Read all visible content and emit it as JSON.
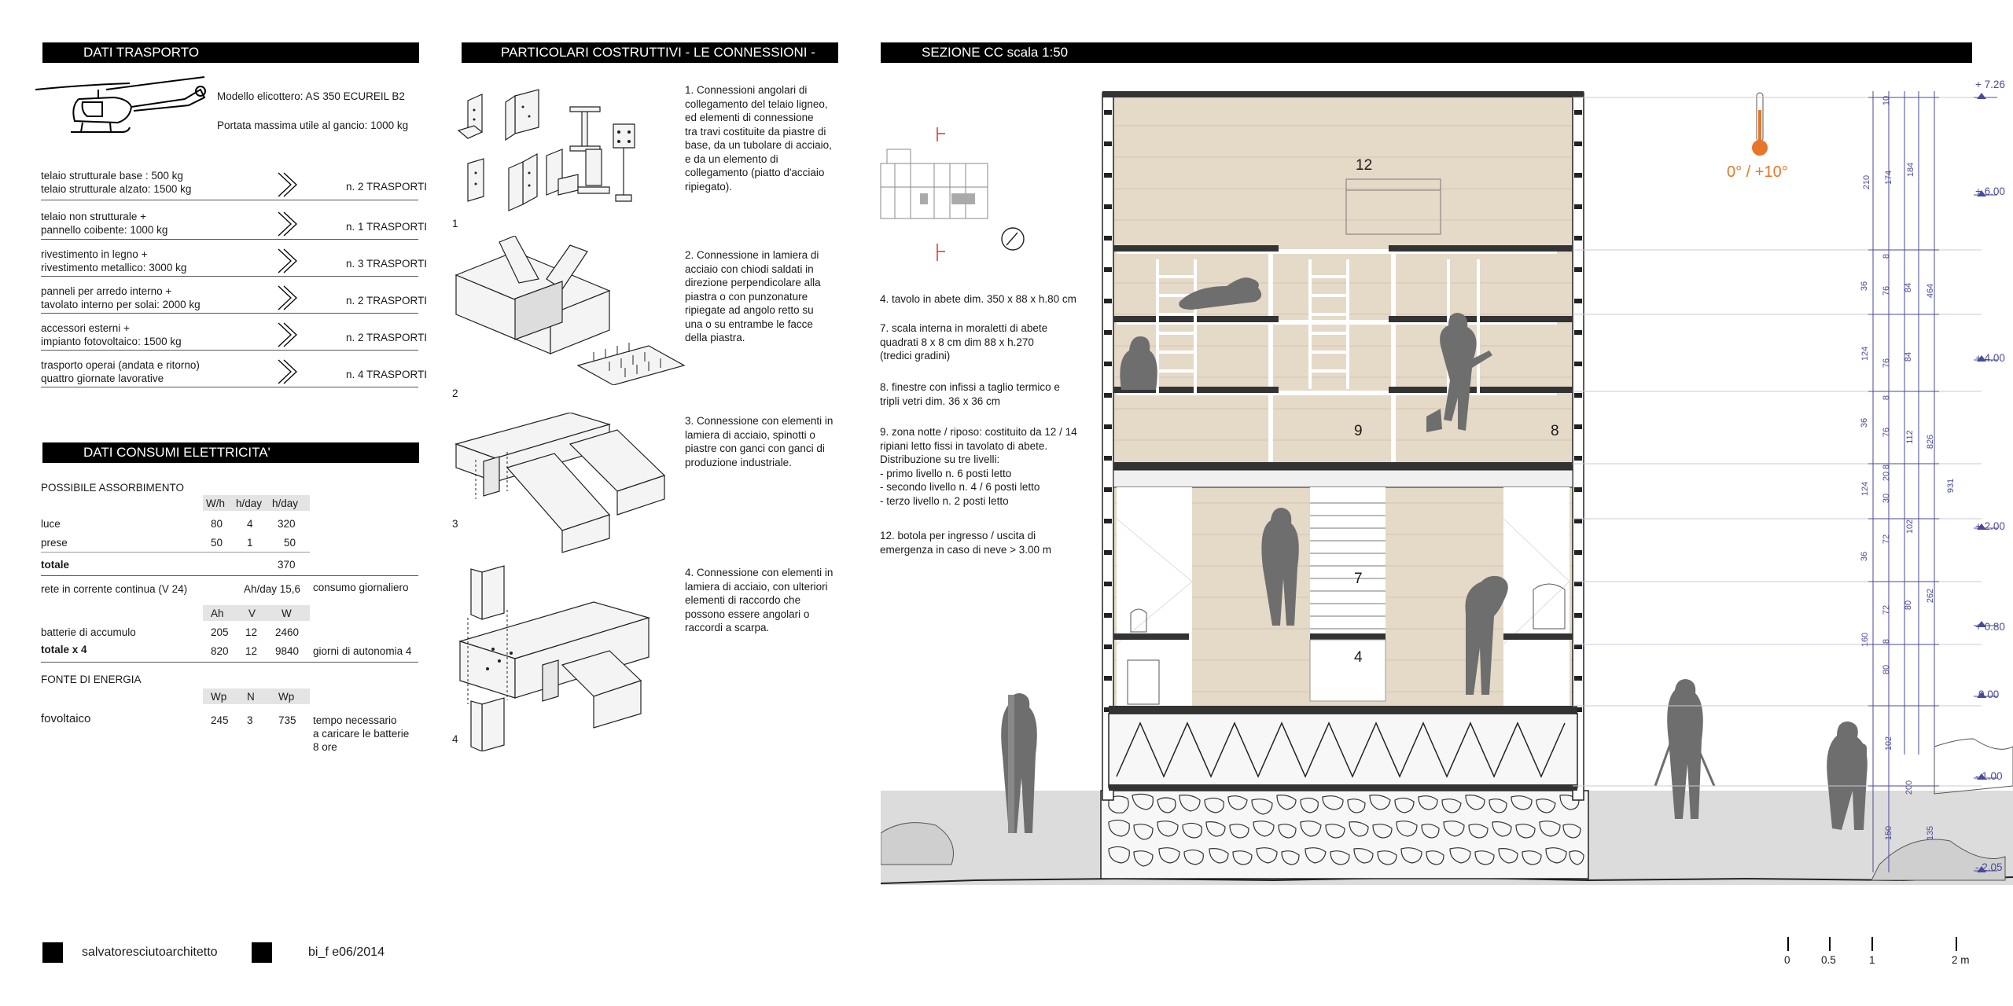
{
  "headers": {
    "trasporto": "DATI TRASPORTO",
    "particolari": "PARTICOLARI COSTRUTTIVI - LE CONNESSIONI -",
    "sezione": "SEZIONE CC  scala 1:50",
    "consumi": "DATI CONSUMI ELETTRICITA'"
  },
  "helicopter": {
    "model": "Modello elicottero: AS 350 ECUREIL B2",
    "payload": "Portata massima utile al gancio: 1000 kg"
  },
  "transports": [
    {
      "desc": "telaio strutturale base :  500 kg\ntelaio strutturale alzato: 1500 kg",
      "count": "n. 2 TRASPORTI"
    },
    {
      "desc": "telaio non strutturale +\npannello coibente: 1000 kg",
      "count": "n. 1 TRASPORTI"
    },
    {
      "desc": "rivestimento in legno +\nrivestimento metallico: 3000 kg",
      "count": "n. 3 TRASPORTI"
    },
    {
      "desc": "panneli per arredo interno +\ntavolato interno per solai: 2000 kg",
      "count": "n. 2 TRASPORTI"
    },
    {
      "desc": "accessori esterni +\nimpianto fotovoltaico: 1500 kg",
      "count": "n. 2 TRASPORTI"
    },
    {
      "desc": "trasporto operai (andata e ritorno)\nquattro giornate lavorative",
      "count": "n. 4 TRASPORTI"
    }
  ],
  "consumi": {
    "possibile": "POSSIBILE ASSORBIMENTO",
    "cols1": [
      "W/h",
      "h/day",
      "h/day"
    ],
    "rows1": [
      [
        "luce",
        "80",
        "4",
        "320"
      ],
      [
        "prese",
        "50",
        "1",
        "50"
      ]
    ],
    "totale_label": "totale",
    "totale_value": "370",
    "rete": "rete in corrente continua (V 24)",
    "ah_day": "Ah/day 15,6",
    "consumo": "consumo giornaliero",
    "cols2": [
      "Ah",
      "V",
      "W"
    ],
    "rows2": [
      [
        "batterie di accumulo",
        "205",
        "12",
        "2460"
      ],
      [
        "totale x 4",
        "820",
        "12",
        "9840"
      ]
    ],
    "autonomia": "giorni di autonomia 4",
    "fonte": "FONTE DI ENERGIA",
    "cols3": [
      "Wp",
      "N",
      "Wp"
    ],
    "row3": [
      "fovoltaico",
      "245",
      "3",
      "735"
    ],
    "tempo": "tempo necessario\na caricare le batterie\n8 ore"
  },
  "connessioni": [
    {
      "num": "1",
      "text": "1. Connessioni angolari di\n    collegamento del telaio ligneo,\n    ed elementi di connessione\n    tra travi costituite da piastre di\n    base, da un tubolare di acciaio,\n    e da un elemento di\n    collegamento (piatto d'acciaio\n    ripiegato)."
    },
    {
      "num": "2",
      "text": "2. Connessione in lamiera di\n    acciaio con chiodi saldati in\n    direzione perpendicolare alla\n    piastra o con punzonature\n    ripiegate ad angolo retto su\n    una o su entrambe le facce\n    della piastra."
    },
    {
      "num": "3",
      "text": "3. Connessione con elementi in\n    lamiera di acciaio, spinotti o\n    piastre con ganci con ganci di\n    produzione industriale."
    },
    {
      "num": "4",
      "text": "4. Connessione con elementi in\n    lamiera di acciaio, con ulteriori\n    elementi di raccordo che\n    possono essere angolari o\n    raccordi a scarpa."
    }
  ],
  "notes": [
    "4. tavolo in abete dim. 350 x 88 x h.80 cm",
    "7. scala interna in moraletti di abete\n    quadrati 8 x 8 cm dim 88 x  h.270\n   (tredici gradini)",
    "8. finestre con infissi a taglio termico e\n    tripli vetri dim. 36 x 36 cm",
    "9. zona notte / riposo: costituito da 12 / 14\n    ripiani letto fissi in tavolato di abete.\n    Distribuzione su tre livelli:\n    - primo livello      n. 6 posti letto\n    - secondo livello   n. 4 / 6 posti letto\n    - terzo livello       n. 2 posti letto",
    "12. botola per ingresso / uscita di\n     emergenza in caso di neve > 3.00 m"
  ],
  "section_labels": {
    "l12": "12",
    "l9": "9",
    "l8": "8",
    "l7": "7",
    "l4": "4",
    "temp": "0° / +10°"
  },
  "levels": [
    "+ 7.26",
    "+ 6.00",
    "+ 4.00",
    "+ 2.00",
    "+ 0.80",
    "0.00",
    "- 1.00",
    "- 2.05"
  ],
  "dims": [
    "10",
    "210",
    "174",
    "184",
    "36",
    "8",
    "76",
    "84",
    "464",
    "124",
    "76",
    "84",
    "36",
    "8",
    "76",
    "112",
    "826",
    "124",
    "30",
    "20",
    "8",
    "931",
    "36",
    "72",
    "102",
    "262",
    "160",
    "72",
    "80",
    "8",
    "80",
    "102",
    "200",
    "150",
    "135"
  ],
  "footer": {
    "studio": "salvatoresciutoarchitetto",
    "code": "bi_f  e06/2014"
  },
  "scale": [
    "0",
    "0.5",
    "1",
    "2 m"
  ],
  "colors": {
    "wood": "#e5d9c8",
    "dim": "#4a4a9a",
    "temp": "#e8762a",
    "ground": "#d9d9d9"
  }
}
